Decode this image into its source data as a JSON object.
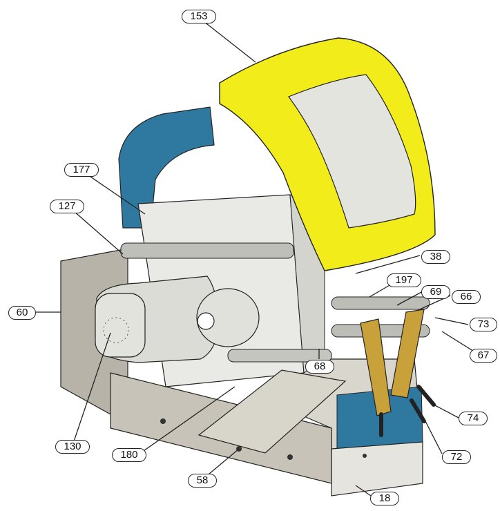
{
  "colors": {
    "cover_yellow": "#f2ec1a",
    "window_glass": "#e4e4df",
    "arm_blue": "#2f79a0",
    "base_grey": "#cfcbc0",
    "motor_grey": "#dcdcd6",
    "lever_tan": "#c9a13a",
    "line": "#222222"
  },
  "callouts": {
    "c153": "153",
    "c177": "177",
    "c127": "127",
    "c60": "60",
    "c38": "38",
    "c197": "197",
    "c69": "69",
    "c66": "66",
    "c73": "73",
    "c67": "67",
    "c68": "68",
    "c74": "74",
    "c72": "72",
    "c130": "130",
    "c180": "180",
    "c58": "58",
    "c18": "18"
  }
}
